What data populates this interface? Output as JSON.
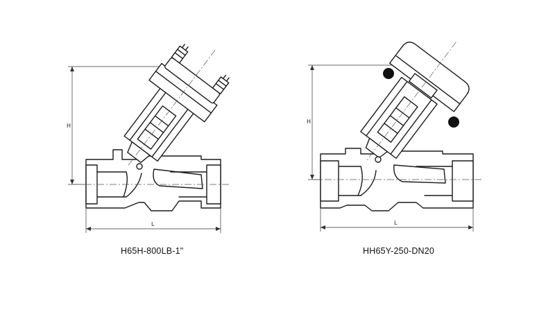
{
  "diagrams": [
    {
      "caption": "H65H-800LB-1\"",
      "dim_height": "H",
      "dim_length": "L"
    },
    {
      "caption": "HH65Y-250-DN20",
      "dim_height": "H",
      "dim_length": "L"
    }
  ],
  "colors": {
    "line": "#1a1a1a",
    "background": "#ffffff"
  }
}
